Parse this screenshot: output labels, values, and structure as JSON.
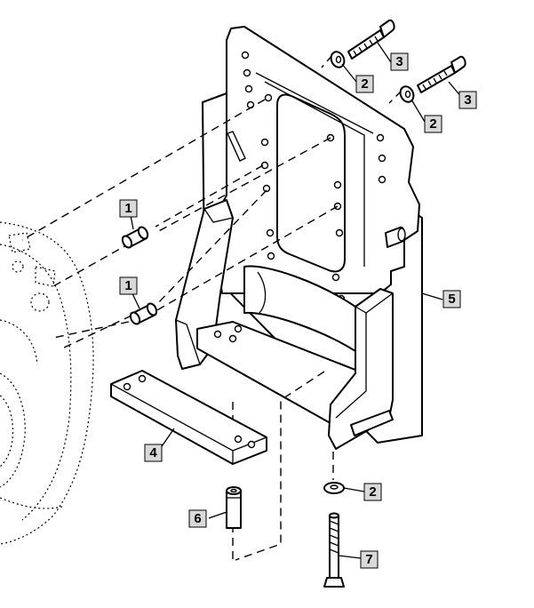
{
  "callouts": {
    "c1a": "1",
    "c1b": "1",
    "c2a": "2",
    "c2b": "2",
    "c2c": "2",
    "c3a": "3",
    "c3b": "3",
    "c4": "4",
    "c5": "5",
    "c6": "6",
    "c7": "7"
  },
  "colors": {
    "line": "#000000",
    "label_fill": "#d9d9d9",
    "background": "#ffffff"
  }
}
